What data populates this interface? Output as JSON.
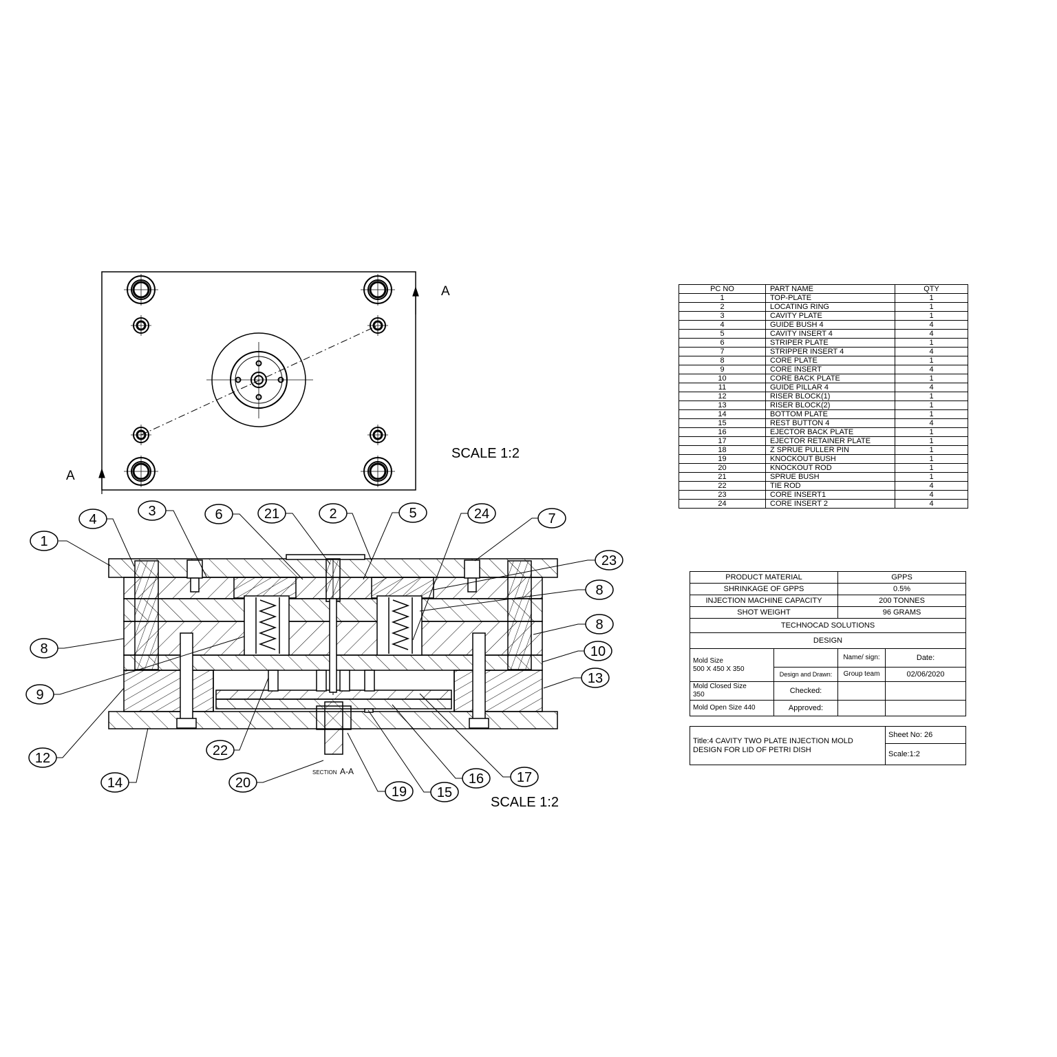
{
  "top_view": {
    "section_mark": "A",
    "scale_label": "SCALE 1:2"
  },
  "section_view": {
    "section_label_small": "SECTION",
    "section_label_big": "A-A",
    "scale_label": "SCALE 1:2",
    "balloons": [
      "1",
      "2",
      "3",
      "4",
      "5",
      "6",
      "7",
      "8",
      "8",
      "8",
      "9",
      "10",
      "12",
      "13",
      "14",
      "15",
      "16",
      "17",
      "19",
      "20",
      "21",
      "22",
      "23",
      "24"
    ]
  },
  "parts_list": {
    "headers": [
      "PC NO",
      "PART NAME",
      "QTY"
    ],
    "rows": [
      [
        "1",
        "TOP-PLATE",
        "1"
      ],
      [
        "2",
        "LOCATING RING",
        "1"
      ],
      [
        "3",
        "CAVITY PLATE",
        "1"
      ],
      [
        "4",
        "GUIDE BUSH 4",
        "4"
      ],
      [
        "5",
        "CAVITY INSERT 4",
        "4"
      ],
      [
        "6",
        "STRIPER PLATE",
        "1"
      ],
      [
        "7",
        "STRIPPER INSERT 4",
        "4"
      ],
      [
        "8",
        "CORE PLATE",
        "1"
      ],
      [
        "9",
        "CORE INSERT",
        "4"
      ],
      [
        "10",
        "CORE BACK PLATE",
        "1"
      ],
      [
        "11",
        "GUIDE PILLAR 4",
        "4"
      ],
      [
        "12",
        "RISER BLOCK(1)",
        "1"
      ],
      [
        "13",
        "RISER BLOCK(2)",
        "1"
      ],
      [
        "14",
        "BOTTOM PLATE",
        "1"
      ],
      [
        "15",
        "REST BUTTON 4",
        "4"
      ],
      [
        "16",
        "EJECTOR BACK PLATE",
        "1"
      ],
      [
        "17",
        "EJECTOR RETAINER PLATE",
        "1"
      ],
      [
        "18",
        "Z SPRUE PULLER PIN",
        "1"
      ],
      [
        "19",
        "KNOCKOUT BUSH",
        "1"
      ],
      [
        "20",
        "KNOCKOUT ROD",
        "1"
      ],
      [
        "21",
        "SPRUE BUSH",
        "1"
      ],
      [
        "22",
        "TIE ROD",
        "4"
      ],
      [
        "23",
        "CORE INSERT1",
        "4"
      ],
      [
        "24",
        "CORE INSERT 2",
        "4"
      ]
    ]
  },
  "spec": {
    "product_material_label": "PRODUCT MATERIAL",
    "product_material": "GPPS",
    "shrinkage_label": "SHRINKAGE OF GPPS",
    "shrinkage": "0.5%",
    "machine_label": "INJECTION MACHINE CAPACITY",
    "machine": "200 TONNES",
    "shot_label": "SHOT WEIGHT",
    "shot": "96 GRAMS",
    "company": "TECHNOCAD SOLUTIONS",
    "design": "DESIGN",
    "mold_size_label": "Mold Size",
    "mold_size": "500 X 450 X 350",
    "name_sign": "Name/ sign:",
    "date_label": "Date:",
    "design_drawn": "Design and Drawn:",
    "drawn_by": "Group team",
    "date": "02/06/2020",
    "closed_size_label": "Mold Closed Size",
    "closed_size": "350",
    "checked": "Checked:",
    "open_size": "Mold Open Size 440",
    "approved": "Approved:"
  },
  "title_block": {
    "title": "Title:4 CAVITY TWO PLATE INJECTION MOLD DESIGN FOR LID OF PETRI DISH",
    "sheet": "Sheet No: 26",
    "scale": "Scale:1:2"
  }
}
